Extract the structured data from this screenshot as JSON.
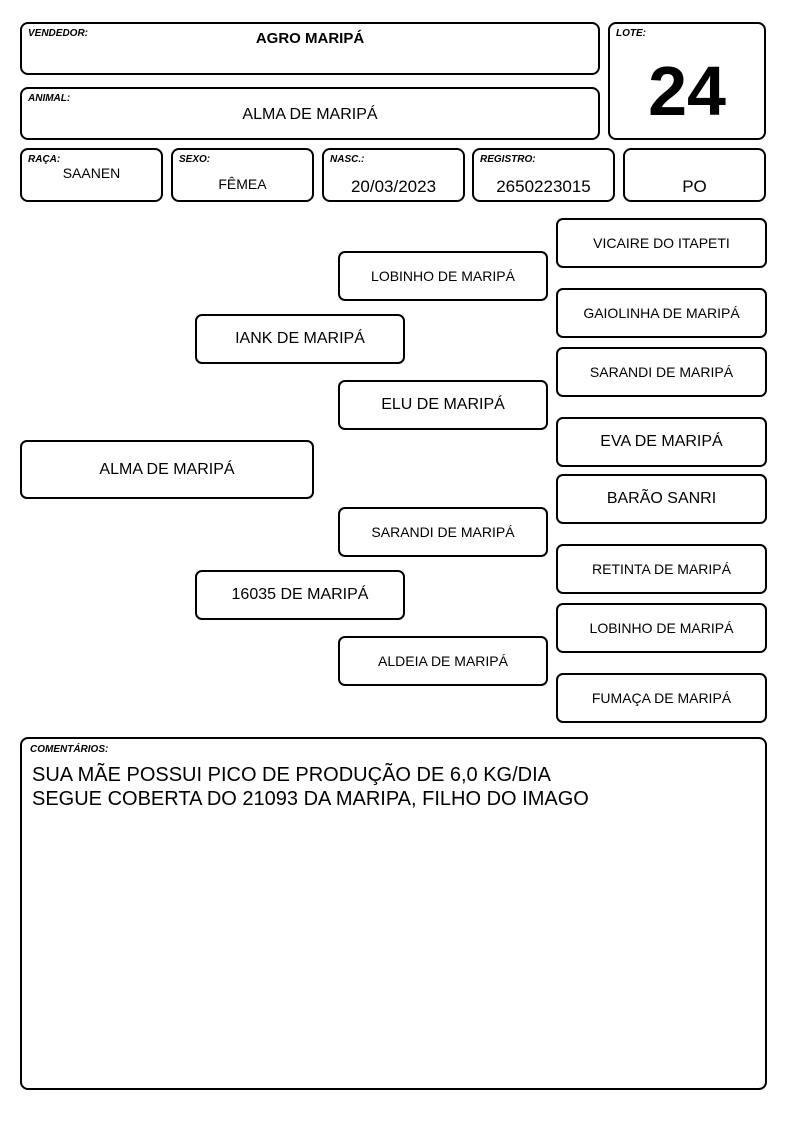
{
  "header": {
    "vendedor": {
      "label": "VENDEDOR:",
      "value": "AGRO MARIPÁ"
    },
    "animal": {
      "label": "ANIMAL:",
      "value": "ALMA DE MARIPÁ"
    },
    "lote": {
      "label": "LOTE:",
      "value": "24"
    },
    "raca": {
      "label": "RAÇA:",
      "value": "SAANEN"
    },
    "sexo": {
      "label": "SEXO:",
      "value": "FÊMEA"
    },
    "nasc": {
      "label": "NASC.:",
      "value": "20/03/2023"
    },
    "registro": {
      "label": "REGISTRO:",
      "value": "2650223015"
    },
    "categoria": {
      "value": "PO"
    }
  },
  "pedigree": {
    "animal": "ALMA DE MARIPÁ",
    "sire": "IANK DE MARIPÁ",
    "dam": "16035 DE MARIPÁ",
    "sire_sire": "LOBINHO DE MARIPÁ",
    "sire_dam": "ELU DE MARIPÁ",
    "dam_sire": "SARANDI DE MARIPÁ",
    "dam_dam": "ALDEIA DE MARIPÁ",
    "g3": [
      "VICAIRE DO ITAPETI",
      "GAIOLINHA DE MARIPÁ",
      "SARANDI DE MARIPÁ",
      "EVA DE MARIPÁ",
      "BARÃO SANRI",
      "RETINTA DE MARIPÁ",
      "LOBINHO DE MARIPÁ",
      "FUMAÇA DE MARIPÁ"
    ]
  },
  "comments": {
    "label": "COMENTÁRIOS:",
    "lines": [
      "SUA MÃE POSSUI PICO DE PRODUÇÃO DE 6,0 KG/DIA",
      "SEGUE COBERTA DO 21093 DA MARIPA, FILHO DO IMAGO"
    ]
  }
}
